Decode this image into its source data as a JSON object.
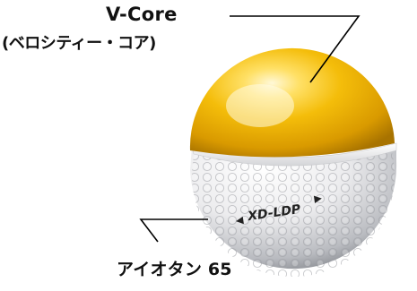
{
  "diagram": {
    "core_label_line1": "V-Core",
    "core_label_line2": "(ベロシティー・コア)",
    "mantle_label": "アイオタン 65",
    "ball_print": "XD-LDP",
    "colors": {
      "core": "#f2b705",
      "core_highlight": "#fff1b8",
      "shell": "#e6e6e8",
      "shell_shadow": "#8f9196",
      "leader_line": "#000000",
      "text": "#111111"
    }
  }
}
